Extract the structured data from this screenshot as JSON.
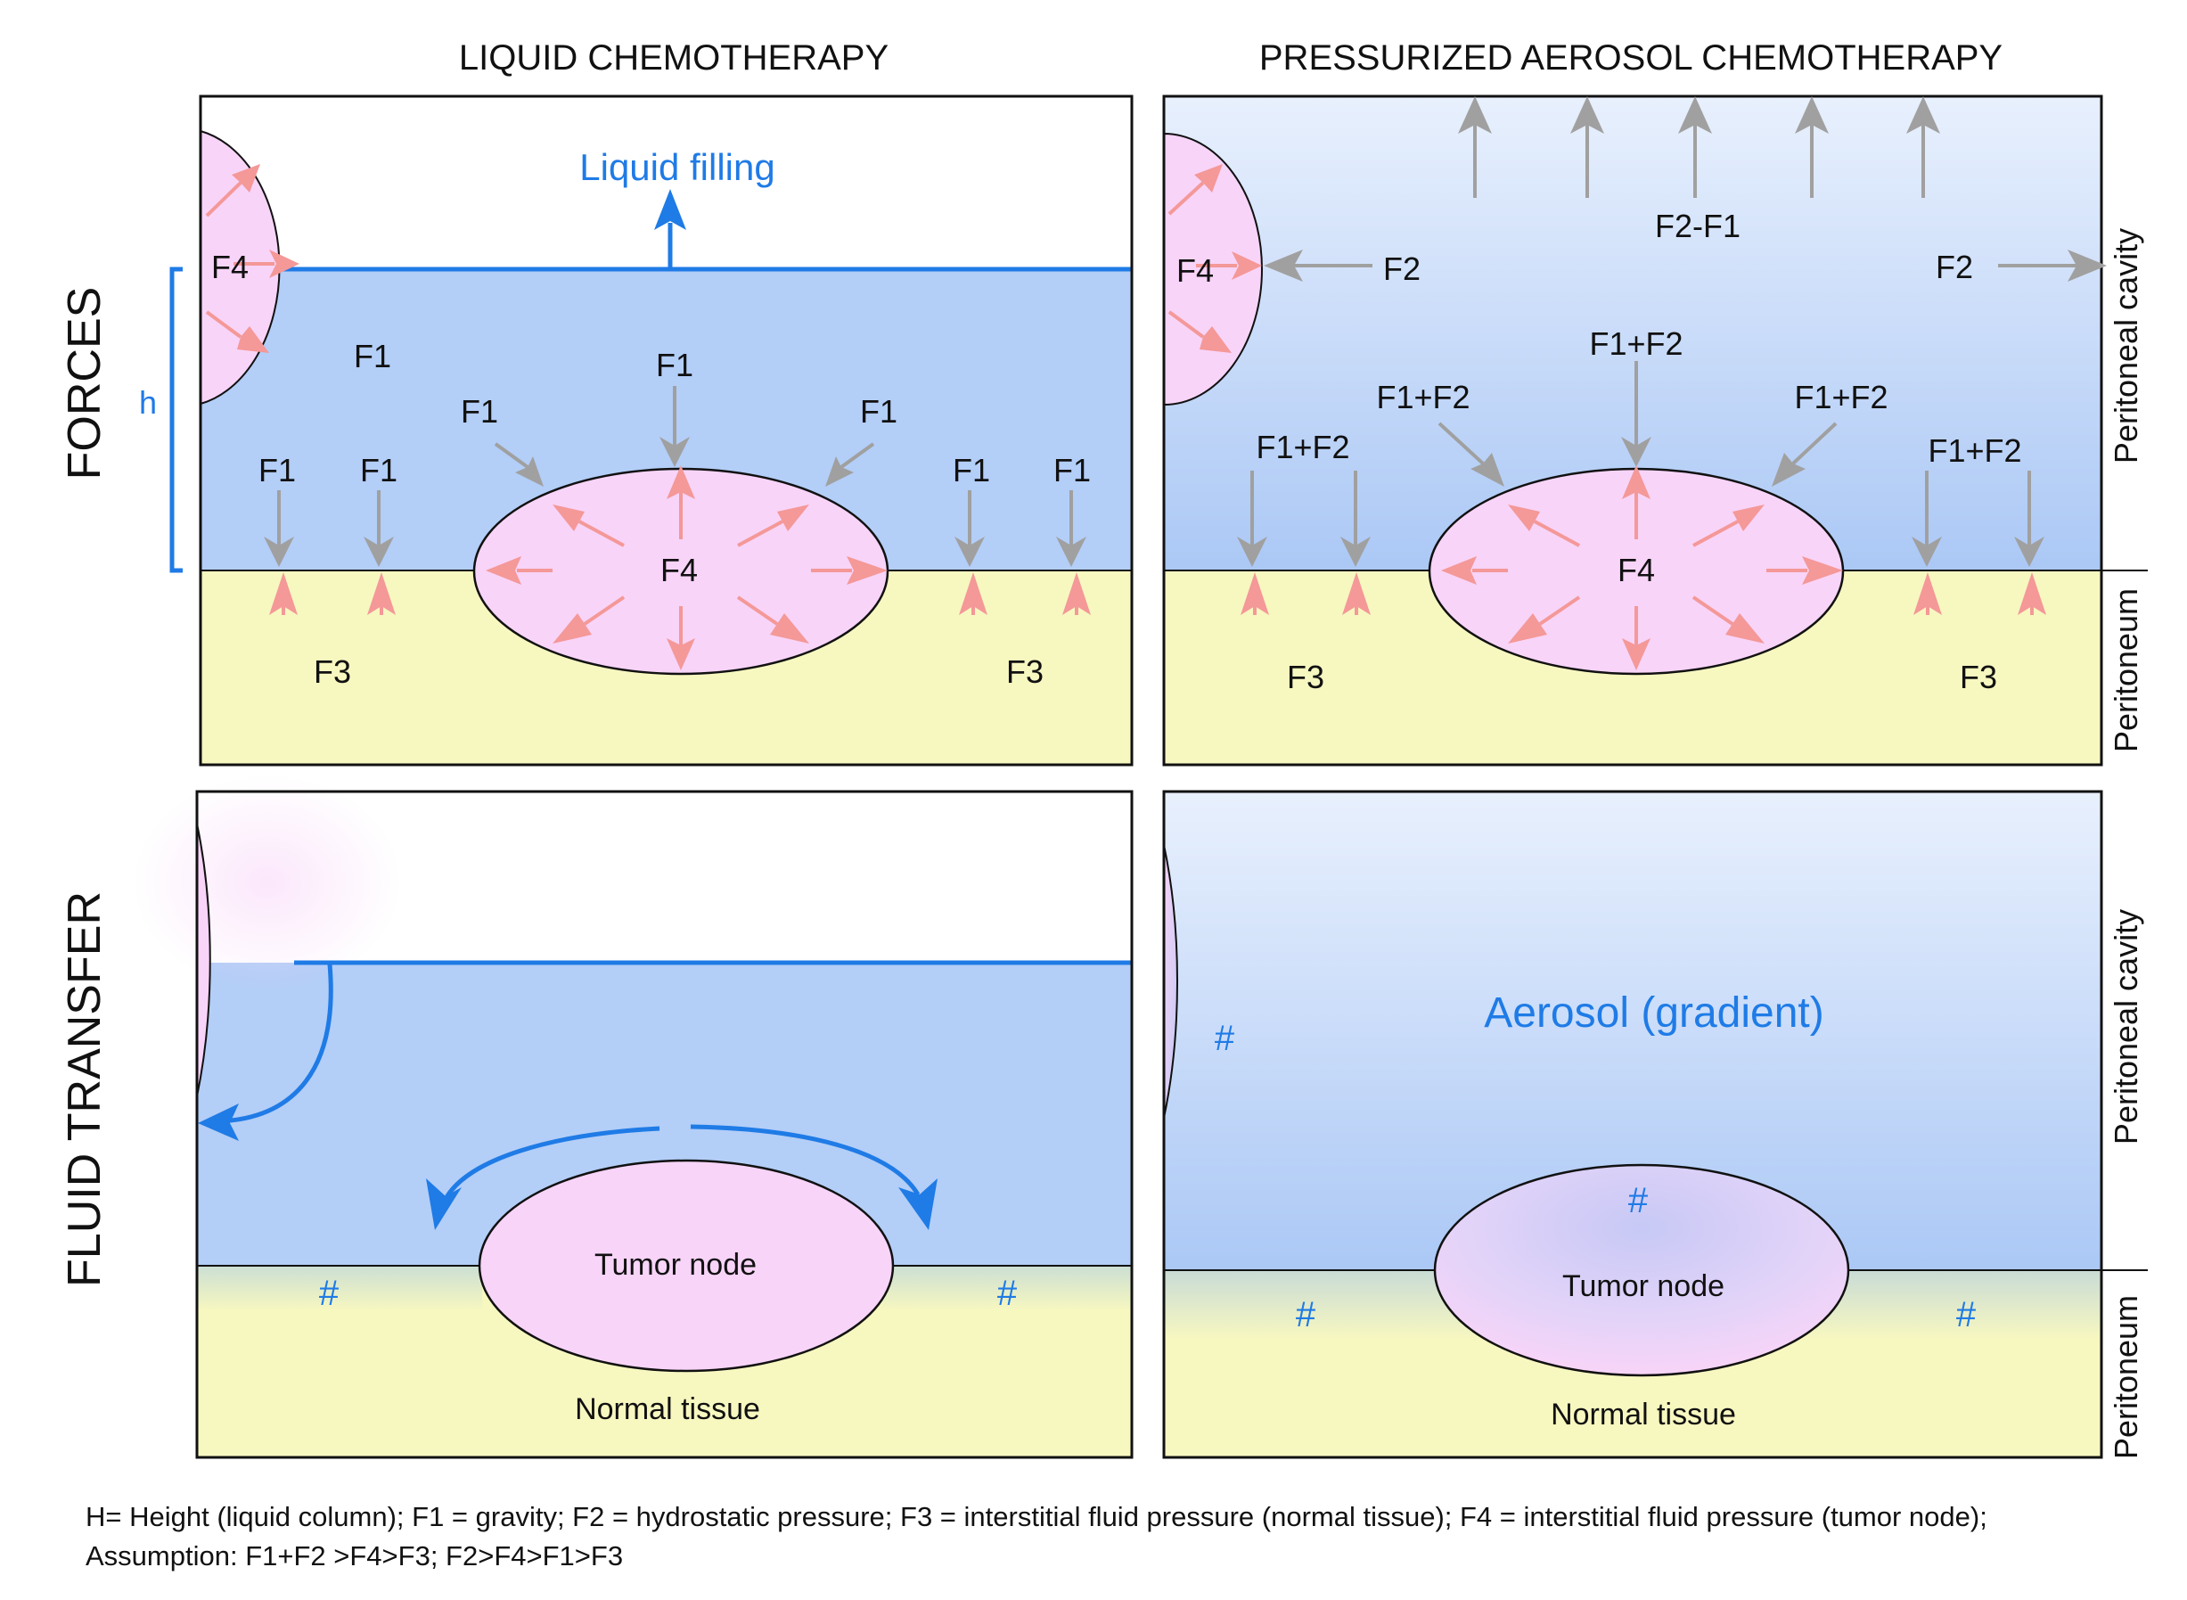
{
  "headers": {
    "liquid": "LIQUID CHEMOTHERAPY",
    "aerosol": "PRESSURIZED AEROSOL CHEMOTHERAPY"
  },
  "rows": {
    "forces": "FORCES",
    "fluid_transfer": "FLUID TRANSFER"
  },
  "side_labels": {
    "peritoneal_cavity": "Peritoneal cavity",
    "peritoneum": "Peritoneum"
  },
  "forces_liquid": {
    "filling_label": "Liquid filling",
    "height_label": "h",
    "f1": "F1",
    "f3": "F3",
    "f4": "F4"
  },
  "forces_aerosol": {
    "f2_minus_f1": "F2-F1",
    "f2": "F2",
    "f1_plus_f2": "F1+F2",
    "f3": "F3",
    "f4": "F4"
  },
  "transfer": {
    "tumor_node": "Tumor node",
    "normal_tissue": "Normal tissue",
    "aerosol_label": "Aerosol (gradient)",
    "hash": "#"
  },
  "legend": {
    "line1": "H= Height (liquid column); F1 = gravity; F2 = hydrostatic pressure; F3 = interstitial fluid pressure (normal tissue); F4 = interstitial fluid pressure (tumor node);",
    "line2": "Assumption:  F1+F2 >F4>F3; F2>F4>F1>F3"
  },
  "colors": {
    "liquid_blue": "#b3cef7",
    "aerosol_top": "#e8f0fd",
    "aerosol_bottom": "#abc8f5",
    "tissue_yellow": "#f7f7c0",
    "tumor_pink": "#f8d4f8",
    "accent_blue": "#1f7be6",
    "gray_arrow": "#a0a0a0",
    "salmon_arrow": "#f49898"
  }
}
